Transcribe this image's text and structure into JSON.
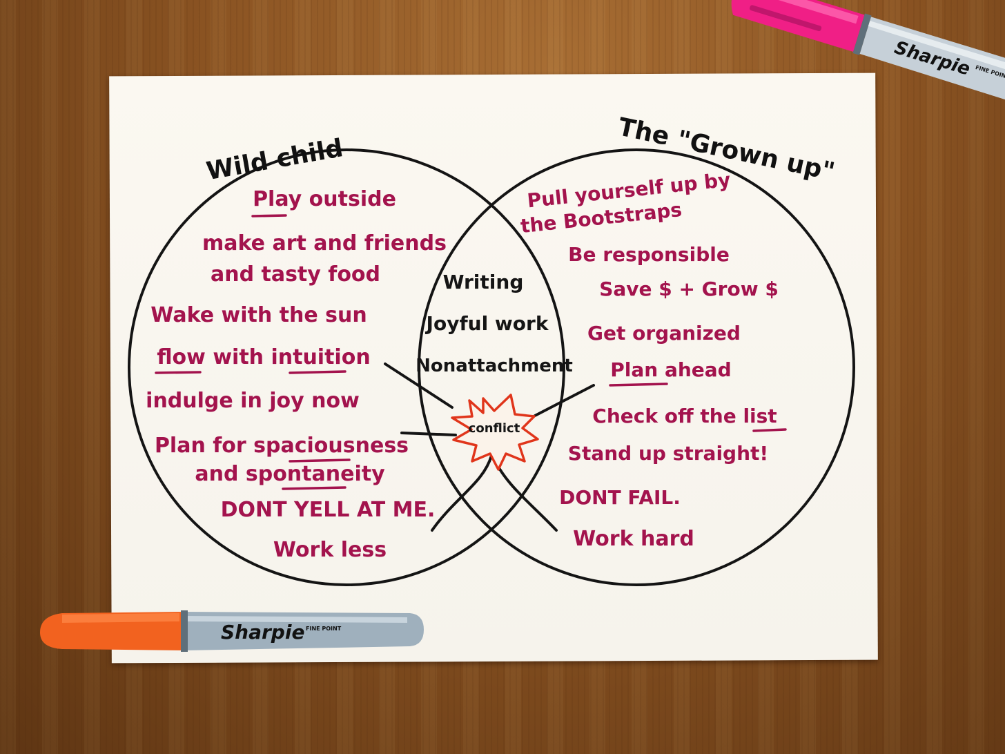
{
  "diagram": {
    "left_title": "Wild child",
    "right_title": "The \"Grown up\"",
    "left_items": [
      "Play outside",
      "make art and friends",
      "and tasty food",
      "Wake with the sun",
      "flow with intuition",
      "indulge in joy now",
      "Plan for spaciousness",
      "and spontaneity",
      "DONT YELL AT ME.",
      "Work less"
    ],
    "center_items": [
      "Writing",
      "Joyful work",
      "Nonattachment"
    ],
    "conflict_label": "conflict",
    "right_items": [
      "Pull yourself up by",
      "the Bootstraps",
      "Be responsible",
      "Save $ + Grow $",
      "Get organized",
      "Plan ahead",
      "Check off the list",
      "Stand up straight!",
      "DONT FAIL.",
      "Work hard"
    ]
  },
  "markers": [
    {
      "brand": "Sharpie",
      "size": "FINE POINT",
      "cap_color": "#f2621f"
    },
    {
      "brand": "Sharpie",
      "size": "FINE POINT",
      "cap_color": "#f01f86"
    }
  ],
  "colors": {
    "ink_black": "#111111",
    "ink_magenta": "#a3134d",
    "burst_red": "#e0351b",
    "table_wood": "#8a5322",
    "paper": "#f8f5ee"
  }
}
